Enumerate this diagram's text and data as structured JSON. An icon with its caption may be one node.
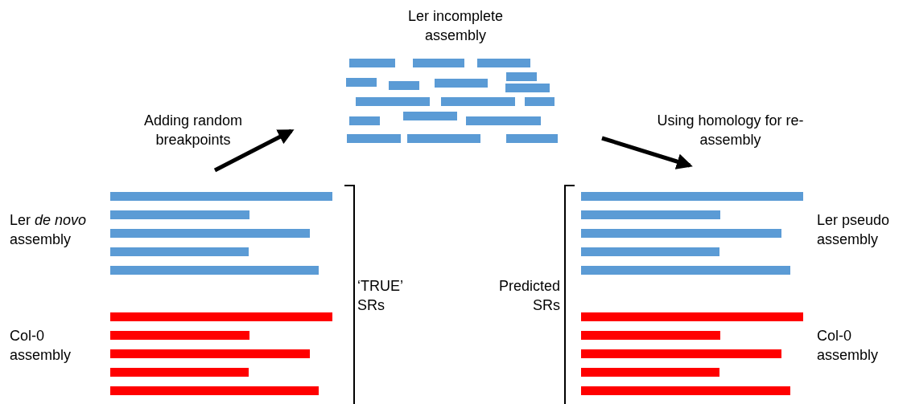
{
  "diagram": {
    "nodes": [
      {
        "text": [
          "Ler incomplete assembly"
        ]
      },
      {
        "text": [
          "Ler *de novo* assembly"
        ]
      },
      {
        "text": [
          "Col-0 assembly"
        ]
      },
      {
        "text": [
          "Ler pseudo assembly"
        ]
      },
      {
        "text": [
          "Col-0 assembly"
        ]
      }
    ],
    "edges": [
      {
        "from": 1,
        "to": 0,
        "arrow": "to",
        "label": "Adding random breakpoints"
      },
      {
        "from": 0,
        "to": 3,
        "arrow": "to",
        "label": "Using homology for re-assembly"
      }
    ],
    "labels": [
      "‘TRUE’ SRs",
      "Predicted SRs"
    ]
  }
}
